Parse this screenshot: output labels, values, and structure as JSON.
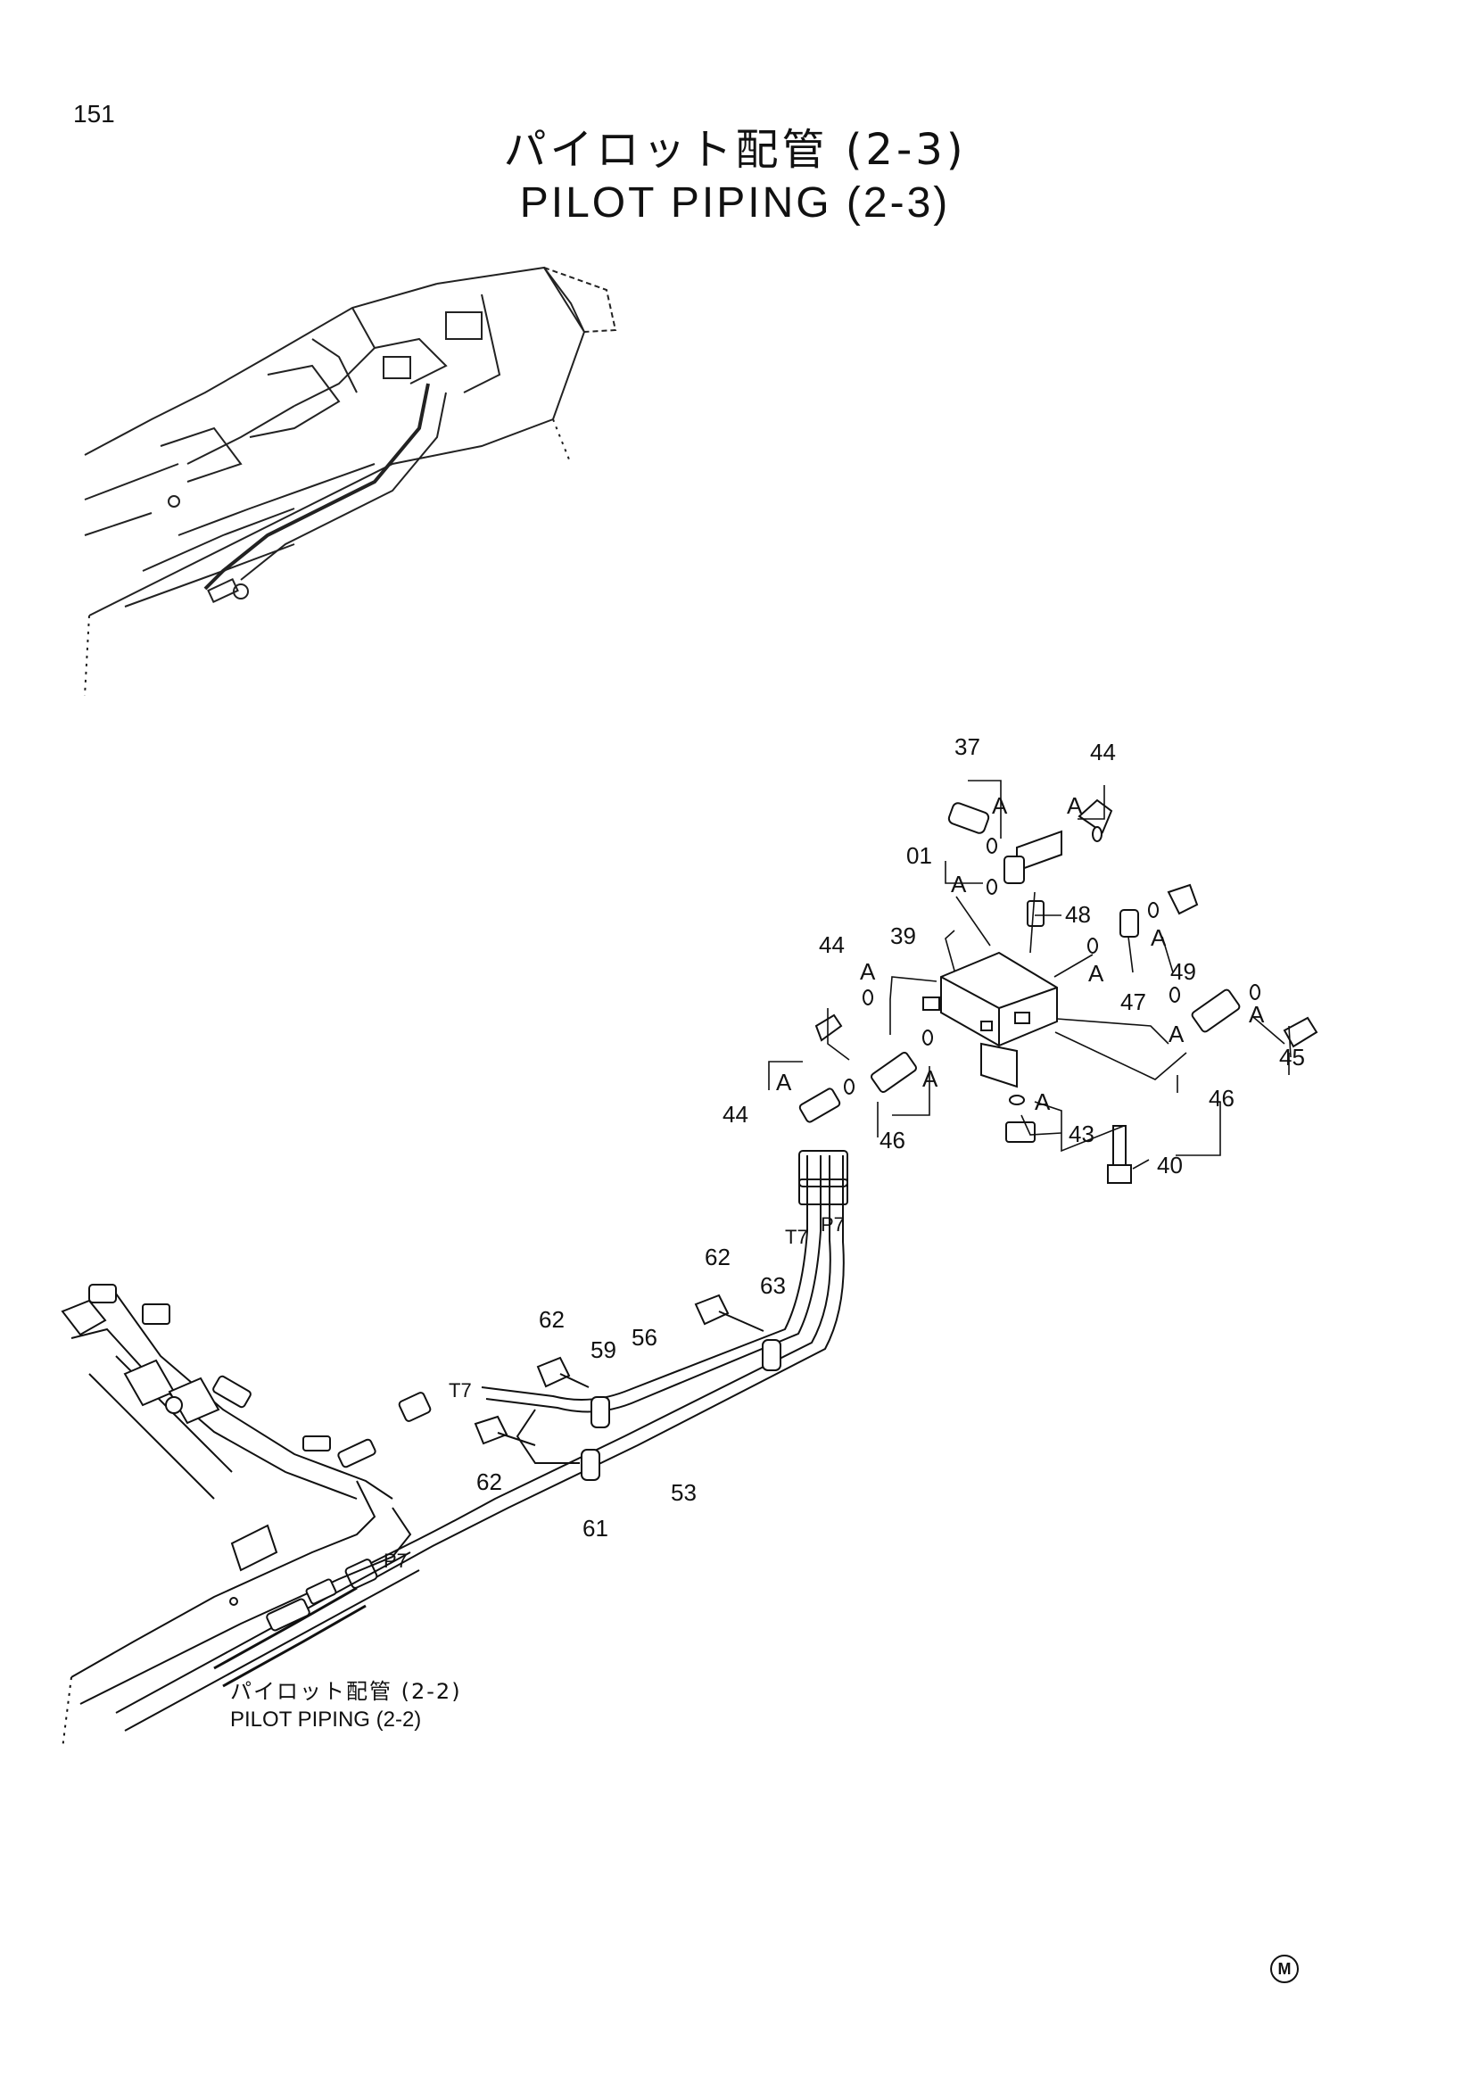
{
  "page": {
    "number": "151",
    "title_jp": "パイロット配管 (2-3)",
    "title_en": "PILOT PIPING (2-3)",
    "mark": "M"
  },
  "reference": {
    "jp": "パイロット配管 (2-2)",
    "en": "PILOT PIPING (2-2)"
  },
  "callouts": {
    "c37": "37",
    "c44a": "44",
    "c01": "01",
    "c48": "48",
    "c39": "39",
    "c44b": "44",
    "c49": "49",
    "c47": "47",
    "c45": "45",
    "c46a": "46",
    "c44c": "44",
    "c46b": "46",
    "c43": "43",
    "c40": "40",
    "c62a": "62",
    "c63": "63",
    "c62b": "62",
    "c59": "59",
    "c56": "56",
    "c62c": "62",
    "c53": "53",
    "c61": "61"
  },
  "port_letter": "A",
  "pipe_labels": {
    "t7a": "T7",
    "p7a": "P7",
    "t7b": "T7",
    "p7b": "P7"
  }
}
